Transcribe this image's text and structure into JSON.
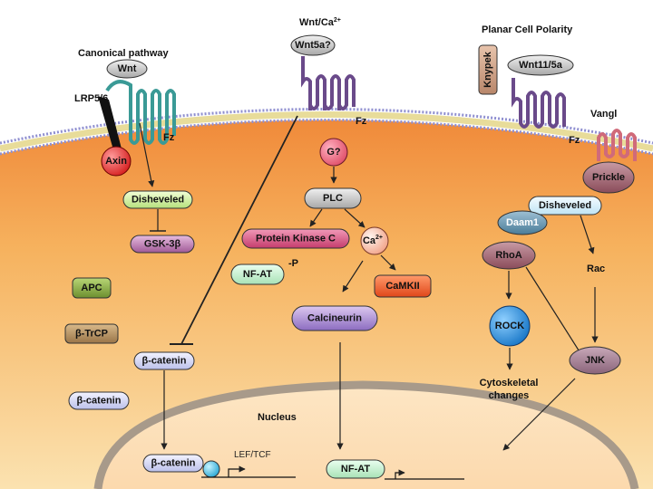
{
  "titles": {
    "canonical": "Canonical pathway",
    "wnt_ca": "Wnt/Ca",
    "wnt_ca_sup": "2+",
    "pcp": "Planar Cell Polarity"
  },
  "ligands": {
    "wnt": "Wnt",
    "wnt5a": "Wnt5a?",
    "wnt11": "Wnt11/5a",
    "knypek": "Knypek"
  },
  "receptors": {
    "lrp": "LRP5/6",
    "fz1": "Fz",
    "fz2": "Fz",
    "fz3": "Fz",
    "vangl": "Vangl"
  },
  "nodes": {
    "axin": "Axin",
    "disheveled1": "Disheveled",
    "gsk": "GSK-3β",
    "apc": "APC",
    "btrcp": "β-TrCP",
    "bcat1": "β-catenin",
    "bcat2": "β-catenin",
    "bcat3": "β-catenin",
    "lef": "LEF/TCF",
    "g": "G?",
    "plc": "PLC",
    "pkc": "Protein Kinase C",
    "ca": "Ca",
    "ca_sup": "2+",
    "nfat1": "NF-AT",
    "nfat1_p": "-P",
    "camkii": "CaMKII",
    "calcineurin": "Calcineurin",
    "nfat2": "NF-AT",
    "prickle": "Prickle",
    "disheveled2": "Disheveled",
    "daam1": "Daam1",
    "rhoa": "RhoA",
    "rac": "Rac",
    "rock": "ROCK",
    "jnk": "JNK",
    "cyto1": "Cytoskeletal",
    "cyto2": "changes"
  },
  "nucleus_label": "Nucleus"
}
